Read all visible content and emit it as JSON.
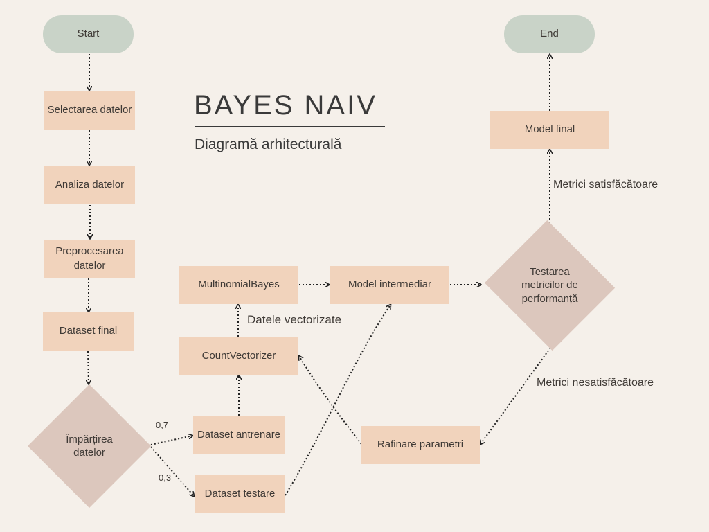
{
  "title": "BAYES NAIV",
  "subtitle": "Diagramă arhitecturală",
  "nodes": {
    "start": "Start",
    "end": "End",
    "selectare": "Selectarea datelor",
    "analiza": "Analiza datelor",
    "preprocesare": "Preprocesarea datelor",
    "dataset_final": "Dataset final",
    "impartire": "Împărțirea datelor",
    "antrenare": "Dataset antrenare",
    "testare": "Dataset testare",
    "countvectorizer": "CountVectorizer",
    "multinomial": "MultinomialBayes",
    "intermediar": "Model intermediar",
    "testarea_metricilor": "Testarea metricilor de performanță",
    "model_final": "Model final",
    "rafinare": "Rafinare parametri"
  },
  "edge_labels": {
    "ratio_train": "0,7",
    "ratio_test": "0,3",
    "vectorizate": "Datele vectorizate",
    "satisfacatoare": "Metrici satisfăcătoare",
    "nesatisfacatoare": "Metrici nesatisfăcătoare"
  },
  "colors": {
    "box": "#f1d3bc",
    "terminal": "#c9d3c8",
    "decision": "#dcc7bd",
    "background": "#f5f0ea",
    "edge": "#222222"
  }
}
